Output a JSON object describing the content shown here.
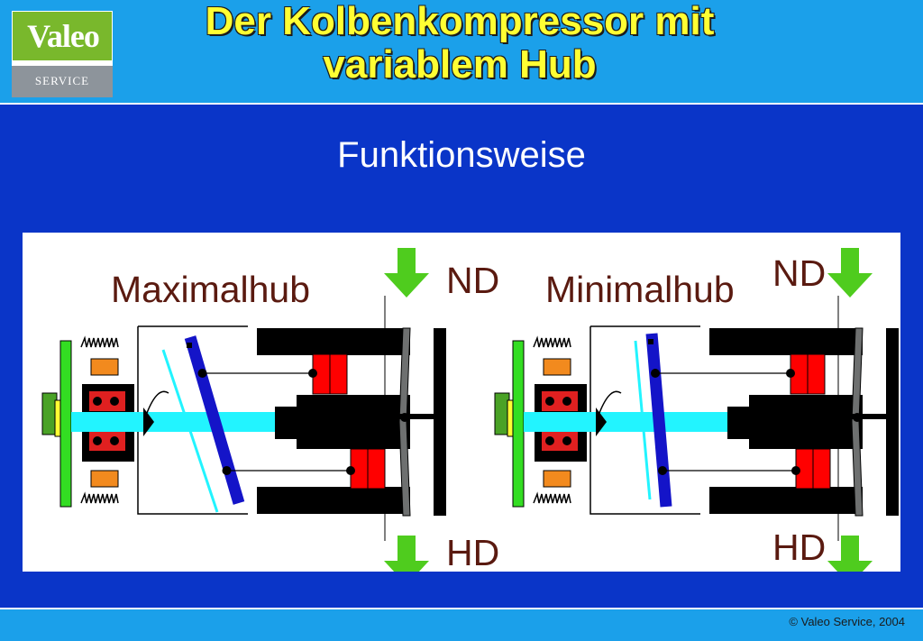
{
  "logo": {
    "name": "Valeo",
    "service": "SERVICE"
  },
  "title": {
    "line1": "Der Kolbenkompressor mit",
    "line2": "variablem Hub"
  },
  "subtitle": "Funktionsweise",
  "diagrams": [
    {
      "label": "Maximalhub",
      "nd": "ND",
      "hd": "HD"
    },
    {
      "label": "Minimalhub",
      "nd": "ND",
      "hd": "HD"
    }
  ],
  "footer": {
    "copyright": "© Valeo Service, 2004"
  },
  "colors": {
    "background": "#0a35c8",
    "header": "#1ba0ea",
    "title": "#ffff33",
    "label": "#5a1a10",
    "arrow": "#4fcc1e",
    "shaft": "#22f4ff",
    "swashplate": "#1414c8",
    "piston": "#ff0000",
    "valveplate": "#6e7070",
    "body": "#000000"
  }
}
